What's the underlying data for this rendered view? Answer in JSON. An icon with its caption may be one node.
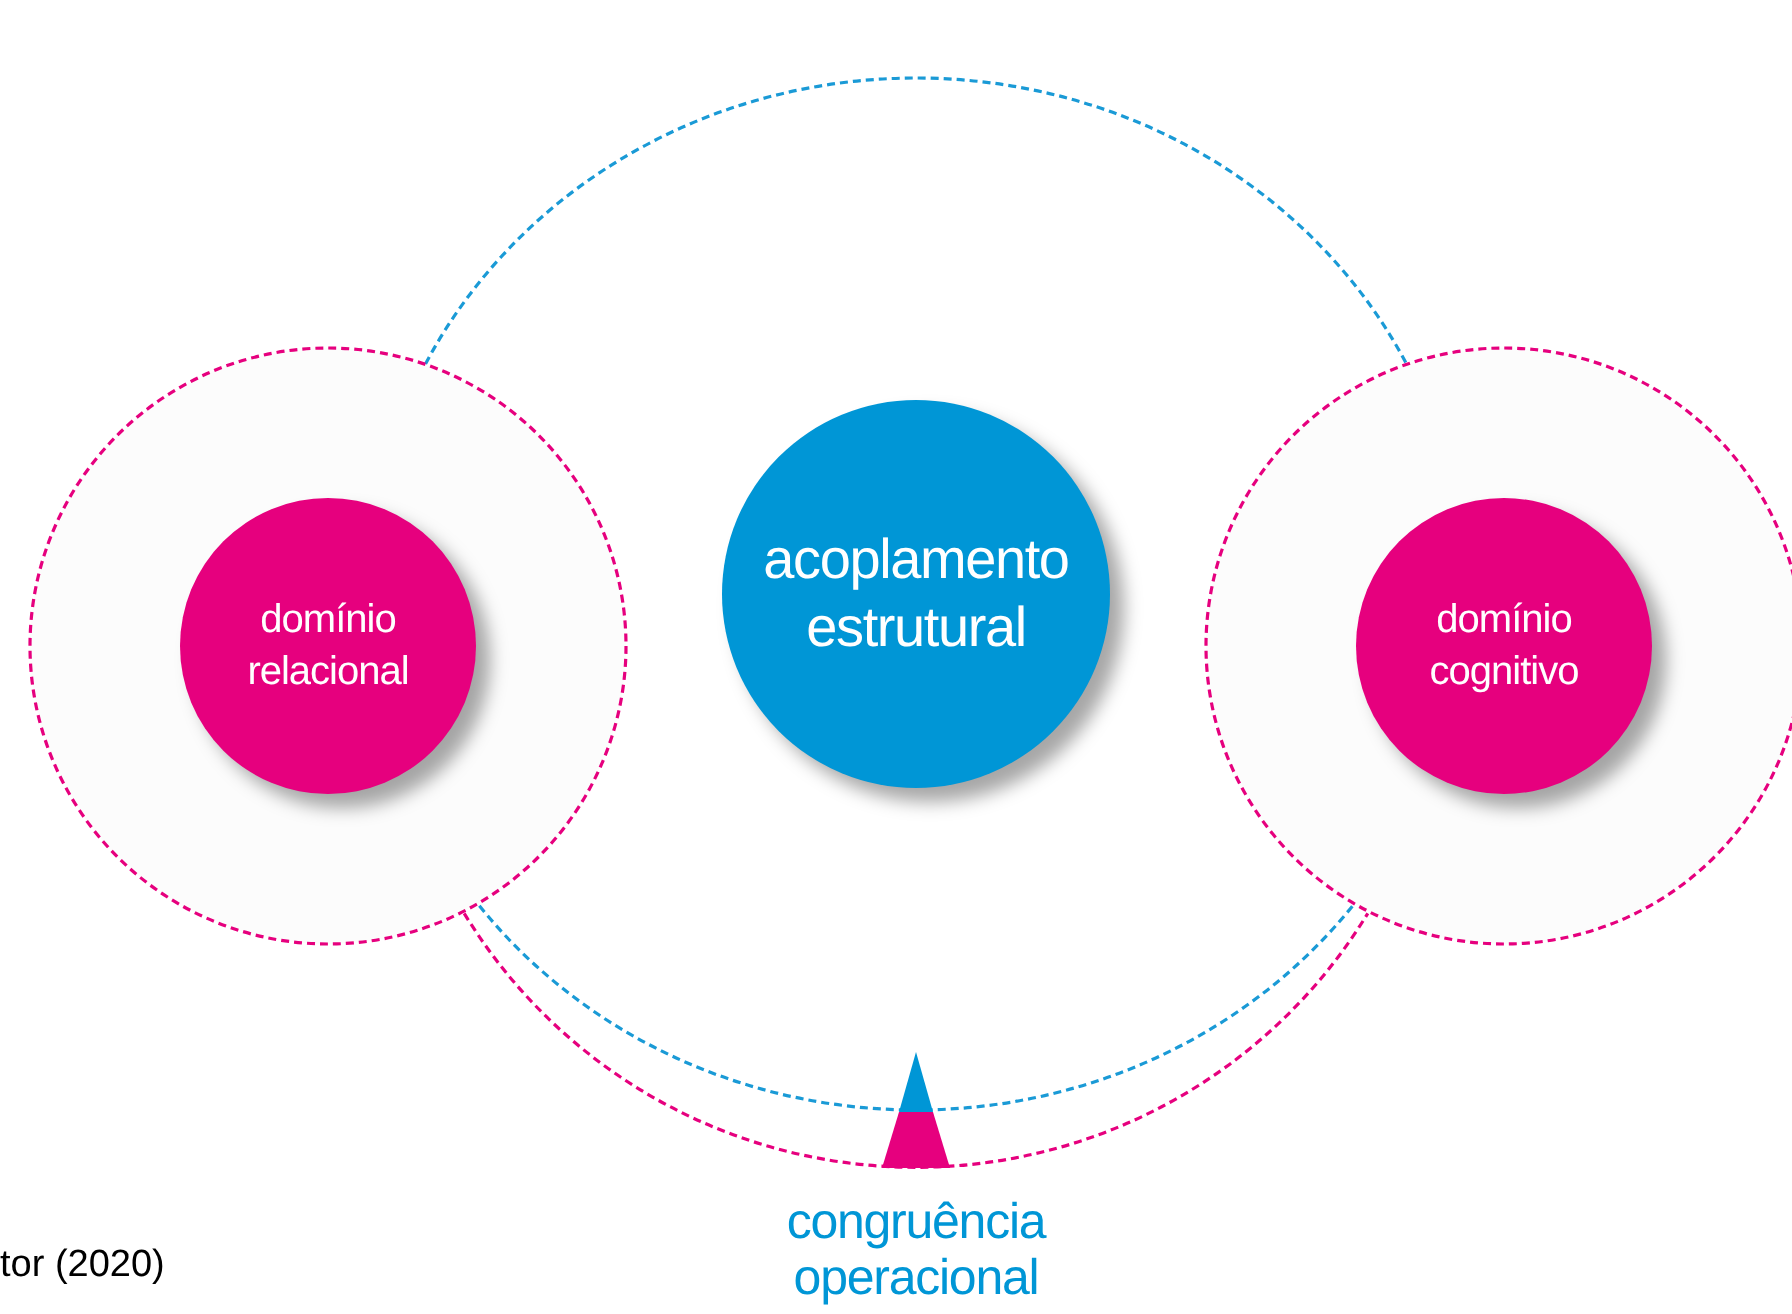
{
  "diagram": {
    "nodes": [
      {
        "text": [],
        "shape": "circle"
      },
      {
        "text": [
          "acoplamento estrutural"
        ],
        "in": 0
      },
      {
        "text": [],
        "shape": "circle"
      },
      {
        "text": [
          "domínio relacional"
        ],
        "in": 2
      },
      {
        "text": [],
        "shape": "circle"
      },
      {
        "text": [
          "domínio cognitivo"
        ],
        "in": 4
      }
    ],
    "edges": [
      {
        "from": 2,
        "to": 4,
        "arrow": "none",
        "style": "dashed",
        "color": "#e6007e"
      }
    ],
    "labels": [
      "congruência operacional",
      "tor (2020)"
    ]
  }
}
